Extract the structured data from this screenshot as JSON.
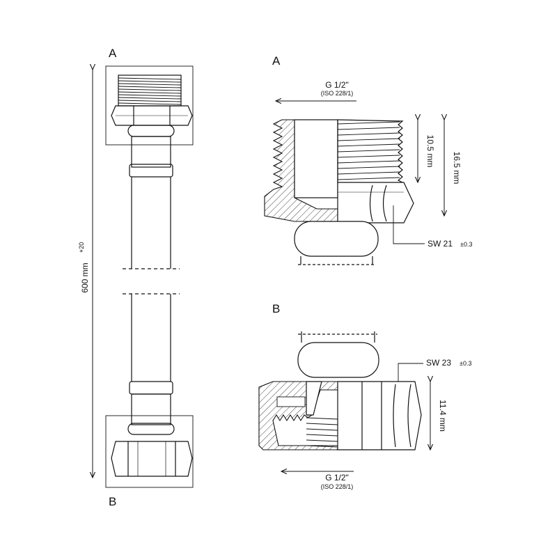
{
  "labels": {
    "left_top": "A",
    "left_bottom": "B",
    "detail_a": "A",
    "detail_b": "B"
  },
  "dimensions": {
    "overall_length": "600 mm",
    "overall_tolerance": "+20",
    "thread_a": "G 1/2\"",
    "thread_a_std": "(ISO 228/1)",
    "thread_len": "10.5 mm",
    "fitting_height": "16.5 mm",
    "hex_a": "SW 21",
    "hex_a_tol": "±0.3",
    "hex_b": "SW 23",
    "hex_b_tol": "±0.3",
    "nut_height": "11.4 mm",
    "thread_b": "G 1/2\"",
    "thread_b_std": "(ISO 228/1)"
  },
  "colors": {
    "stroke": "#111111",
    "background": "#ffffff"
  }
}
